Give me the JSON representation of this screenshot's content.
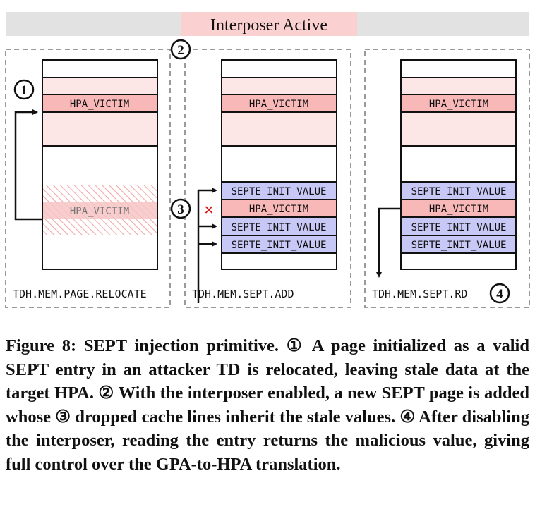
{
  "banner": {
    "label": "Interposer Active"
  },
  "panels": [
    {
      "footer": "TDH.MEM.PAGE.RELOCATE",
      "rows": {
        "victim_top": "HPA_VICTIM",
        "victim_stale": "HPA_VICTIM"
      }
    },
    {
      "footer": "TDH.MEM.SEPT.ADD",
      "rows": [
        "SEPTE_INIT_VALUE",
        "HPA_VICTIM",
        "SEPTE_INIT_VALUE",
        "SEPTE_INIT_VALUE"
      ],
      "victim_top": "HPA_VICTIM"
    },
    {
      "footer": "TDH.MEM.SEPT.RD",
      "rows": [
        "SEPTE_INIT_VALUE",
        "HPA_VICTIM",
        "SEPTE_INIT_VALUE",
        "SEPTE_INIT_VALUE"
      ],
      "victim_top": "HPA_VICTIM"
    }
  ],
  "steps": {
    "one": "1",
    "two": "2",
    "three": "3",
    "four": "4"
  },
  "cross_mark": "✕",
  "colors": {
    "pink_light": "#fde6e6",
    "pink_row": "#f8b8b8",
    "blue_row": "#c8c8f6",
    "banner_grey": "#e2e2e2",
    "banner_pink": "#fbd0d0",
    "cross_red": "#d81818"
  },
  "caption": {
    "text": "Figure 8: SEPT injection primitive. ① A page initialized as a valid SEPT entry in an attacker TD is relocated, leaving stale data at the target HPA. ② With the interposer enabled, a new SEPT page is added whose ③ dropped cache lines inherit the stale values. ④ After disabling the interposer, reading the entry returns the malicious value, giving full control over the GPA-to-HPA translation."
  }
}
